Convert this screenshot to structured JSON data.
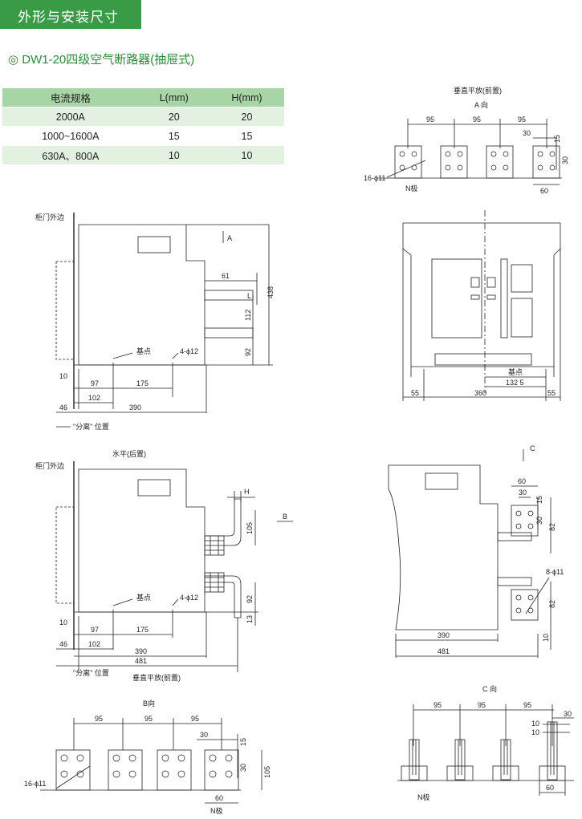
{
  "header": {
    "section_title": "外形与安装尺寸",
    "subtitle": "◎ DW1-20四级空气断路器(抽屉式)"
  },
  "spec_table": {
    "headers": [
      "电流规格",
      "L(mm)",
      "H(mm)"
    ],
    "rows": [
      [
        "2000A",
        "20",
        "20"
      ],
      [
        "1000~1600A",
        "15",
        "15"
      ],
      [
        "630A、800A",
        "10",
        "10"
      ]
    ]
  },
  "drawings": {
    "top_right": {
      "title": "垂直平放(前置)",
      "view": "A 向",
      "dims": {
        "d95a": "95",
        "d95b": "95",
        "d95c": "95",
        "d30": "30",
        "d15": "15",
        "d30v": "30",
        "d60": "60"
      },
      "hole_label": "16-ϕ11",
      "pole_label": "N极"
    },
    "side_view_1": {
      "door_label": "柜门外边",
      "arrow_a": "A",
      "base_label": "基点",
      "mount_holes": "4-ϕ12",
      "dims": {
        "d61": "61",
        "dL": "L",
        "d438": "438",
        "d112": "112",
        "d92": "92",
        "d10": "10",
        "d97": "97",
        "d175": "175",
        "d102": "102",
        "d46": "46",
        "d390": "390"
      },
      "position_label": "\"分离\" 位置"
    },
    "front_view": {
      "base_label": "基点",
      "dims": {
        "d132": "132 5",
        "d55a": "55",
        "d360": "360",
        "d55b": "55"
      }
    },
    "side_view_2": {
      "caption": "水平(后置)",
      "door_label": "柜门外边",
      "arrow_b": "B",
      "base_label": "基点",
      "mount_holes": "4-ϕ12",
      "dims": {
        "dH": "H",
        "d105": "105",
        "d92": "92",
        "d13": "13",
        "d10": "10",
        "d97": "97",
        "d175": "175",
        "d46": "46",
        "d102": "102",
        "d390": "390",
        "d481": "481"
      },
      "position_label": "\"分离\" 位置",
      "bottom_caption": "垂直平放(前置)"
    },
    "c_view_side": {
      "arrow_c": "C",
      "hole_label": "8-ϕ11",
      "dims": {
        "d60": "60",
        "d30": "30",
        "d15": "15",
        "d30v": "30",
        "d82a": "82",
        "d82b": "82",
        "d10": "10",
        "d390": "390",
        "d481": "481"
      }
    },
    "b_view": {
      "title": "B向",
      "hole_label": "16-ϕ11",
      "pole_label": "N极",
      "dims": {
        "d95a": "95",
        "d95b": "95",
        "d95c": "95",
        "d30": "30",
        "d15": "15",
        "d30v": "30",
        "d105": "105",
        "d60": "60"
      }
    },
    "c_view": {
      "title": "C 向",
      "pole_label": "N极",
      "dims": {
        "d95a": "95",
        "d95b": "95",
        "d95c": "95",
        "d30": "30",
        "d10a": "10",
        "d10b": "10",
        "d60": "60"
      }
    }
  }
}
